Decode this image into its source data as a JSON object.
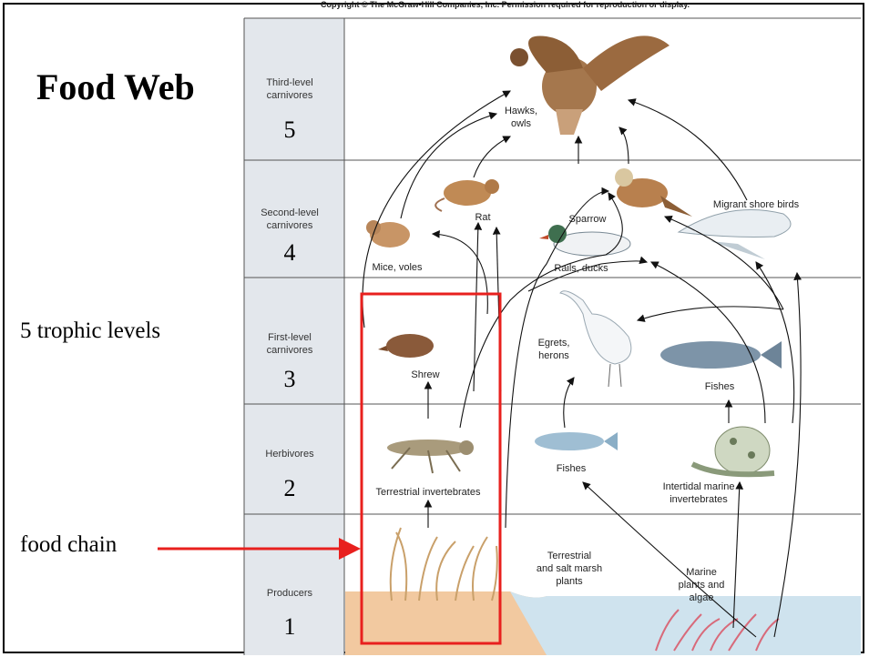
{
  "copyright": "Copyright © The McGraw-Hill Companies, Inc. Permission required for reproduction or display.",
  "title": "Food Web",
  "side_labels": {
    "trophic": "5 trophic levels",
    "food_chain": "food chain"
  },
  "levels": [
    {
      "name_line1": "Third-level",
      "name_line2": "carnivores",
      "number": "5"
    },
    {
      "name_line1": "Second-level",
      "name_line2": "carnivores",
      "number": "4"
    },
    {
      "name_line1": "First-level",
      "name_line2": "carnivores",
      "number": "3"
    },
    {
      "name_line1": "Herbivores",
      "name_line2": "",
      "number": "2"
    },
    {
      "name_line1": "Producers",
      "name_line2": "",
      "number": "1"
    }
  ],
  "organisms": {
    "hawks": [
      "Hawks,",
      "owls"
    ],
    "rat": "Rat",
    "sparrow": "Sparrow",
    "shore_birds": "Migrant shore birds",
    "mice": "Mice, voles",
    "rails": "Rails, ducks",
    "shrew": "Shrew",
    "egrets": [
      "Egrets,",
      "herons"
    ],
    "fishes_upper": "Fishes",
    "fishes_lower": "Fishes",
    "terrestrial_inv": "Terrestrial invertebrates",
    "marine_inv": [
      "Intertidal marine",
      "invertebrates"
    ],
    "terrestrial_plants": [
      "Terrestrial",
      "and salt marsh",
      "plants"
    ],
    "marine_plants": [
      "Marine",
      "plants and",
      "algae"
    ]
  },
  "colors": {
    "level_band": "#e3e7ec",
    "highlight_box": "#e8201e",
    "soil": "#f2c9a0",
    "water": "#cfe3ee"
  }
}
